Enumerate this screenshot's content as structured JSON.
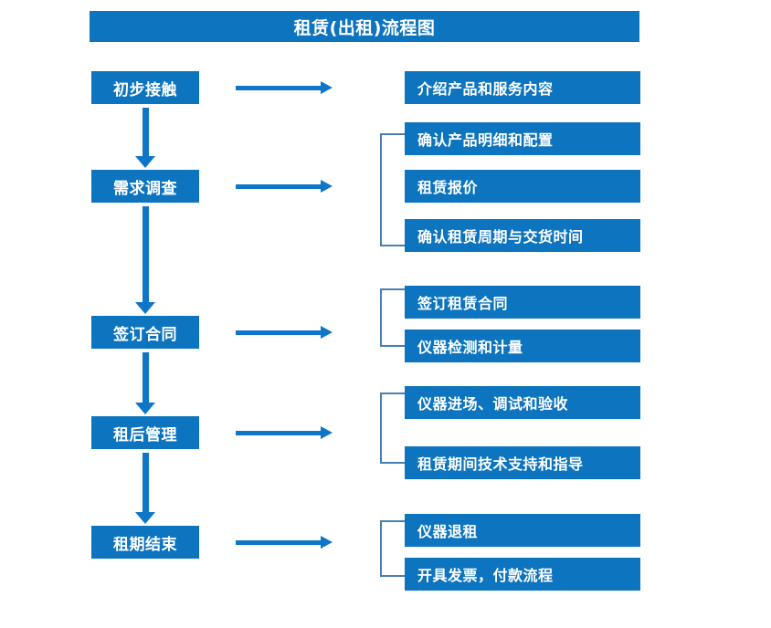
{
  "diagram": {
    "title": "租赁(出租)流程图",
    "colors": {
      "box_fill": "#0d74bf",
      "arrow": "#0d76c8",
      "bracket": "#4a7fb5",
      "text": "#ffffff",
      "background": "#ffffff"
    },
    "stages": [
      {
        "label": "初步接触"
      },
      {
        "label": "需求调查"
      },
      {
        "label": "签订合同"
      },
      {
        "label": "租后管理"
      },
      {
        "label": "租期结束"
      }
    ],
    "details": [
      {
        "label": "介绍产品和服务内容"
      },
      {
        "label": "确认产品明细和配置"
      },
      {
        "label": "租赁报价"
      },
      {
        "label": "确认租赁周期与交货时间"
      },
      {
        "label": "签订租赁合同"
      },
      {
        "label": "仪器检测和计量"
      },
      {
        "label": "仪器进场、调试和验收"
      },
      {
        "label": "租赁期间技术支持和指导"
      },
      {
        "label": "仪器退租"
      },
      {
        "label": "开具发票，付款流程"
      }
    ]
  }
}
